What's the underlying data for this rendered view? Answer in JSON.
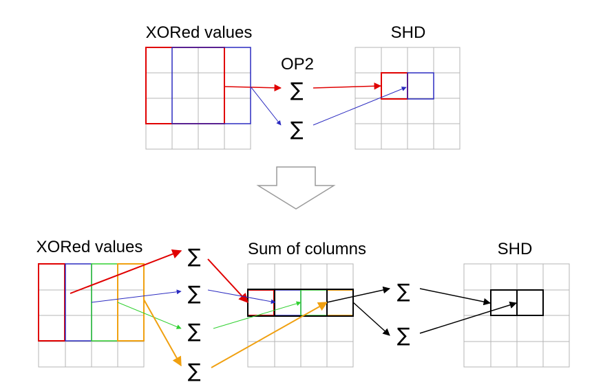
{
  "top": {
    "xored_label": "XORed values",
    "shd_label": "SHD",
    "op_label": "OP2",
    "sigma": "∑"
  },
  "bottom": {
    "xored_label": "XORed values",
    "sum_label": "Sum of columns",
    "shd_label": "SHD",
    "sigma": "∑"
  },
  "colors": {
    "red": "#e00000",
    "blue": "#2a2ac0",
    "green": "#30d030",
    "orange": "#f0a010",
    "black": "#000000",
    "grid": "#b4b4b4"
  }
}
